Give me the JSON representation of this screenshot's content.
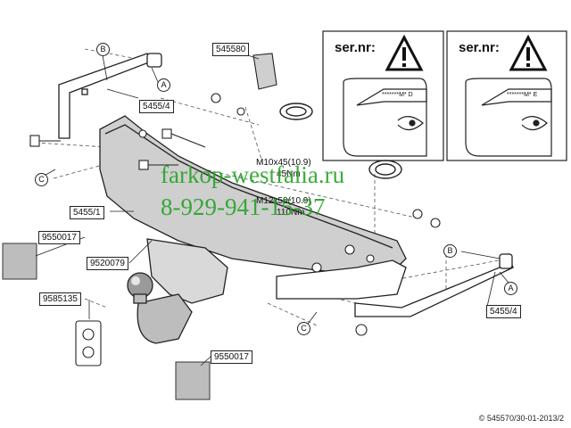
{
  "parts": {
    "p545580": "545580",
    "p5455_4_top": "5455/4",
    "p5455_1": "5455/1",
    "p9550017_left": "9550017",
    "p9520079": "9520079",
    "p9585135": "9585135",
    "p9550017_bottom": "9550017",
    "p5455_4_right": "5455/4"
  },
  "callouts": {
    "a_top": "A",
    "b_top": "B",
    "c_left": "C",
    "b_right": "B",
    "a_right": "A",
    "c_bottom": "C"
  },
  "torque": {
    "t1_spec": "M10x45(10.9)",
    "t1_value": "45Nm",
    "t2_spec": "M12x50(10.9)",
    "t2_value": "110Nm"
  },
  "serial": {
    "left_label": "ser.nr:",
    "left_plate": "*******M* D",
    "right_label": "ser.nr:",
    "right_plate": "*******M* E"
  },
  "watermark": {
    "site": "farkop-westfalia.ru",
    "phone": "8-929-941-15-37"
  },
  "copyright": "© 545570/30-01-2013/2",
  "colors": {
    "watermark": "#27a327",
    "line": "#222222",
    "shade": "#bdbdbd"
  }
}
